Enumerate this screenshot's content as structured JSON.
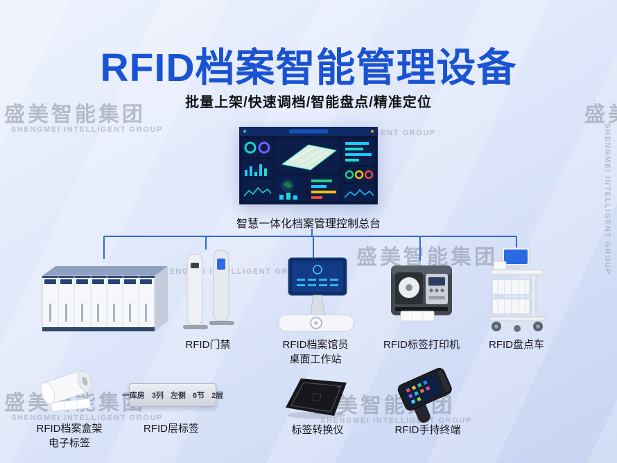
{
  "page": {
    "title": "RFID档案智能管理设备",
    "subtitle": "批量上架/快速调档/智能盘点/精准定位",
    "console_caption": "智慧一体化档案管理控制总台"
  },
  "watermark": {
    "cn": "盛美智能集团",
    "en": "SHENGMEI INTELLIGENT GROUP"
  },
  "devices": {
    "gate": {
      "label": "RFID门禁"
    },
    "workstation": {
      "line1": "RFID档案馆员",
      "line2": "桌面工作站"
    },
    "printer": {
      "label": "RFID标签打印机"
    },
    "cart": {
      "label": "RFID盘点车"
    },
    "box_label": {
      "line1": "RFID档案盒架",
      "line2": "电子标签"
    },
    "shelf_label": {
      "caption": "RFID层标签",
      "segments": [
        "一库房",
        "3列",
        "左侧",
        "6节",
        "2层"
      ]
    },
    "converter": {
      "label": "标签转换仪"
    },
    "handheld": {
      "label": "RFID手持终端"
    }
  },
  "colors": {
    "title_blue": "#1a53d2",
    "connector_blue": "#2e6ad3"
  }
}
